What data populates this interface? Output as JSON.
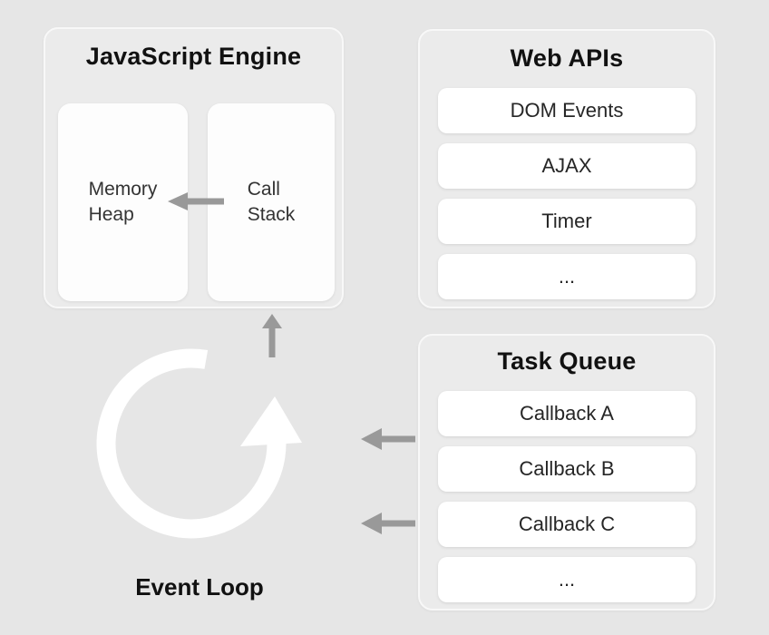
{
  "colors": {
    "background": "#e6e6e6",
    "container": "#ebebeb",
    "card": "#ffffff",
    "arrow": "#999999",
    "loop": "#ffffff",
    "title_text": "#111111",
    "item_text": "#262626"
  },
  "engine": {
    "title": "JavaScript Engine",
    "memory_heap": {
      "lines": [
        "Memory",
        "Heap"
      ]
    },
    "call_stack": {
      "lines": [
        "Call",
        "Stack"
      ]
    }
  },
  "web_apis": {
    "title": "Web APIs",
    "items": [
      "DOM Events",
      "AJAX",
      "Timer",
      "..."
    ]
  },
  "task_queue": {
    "title": "Task Queue",
    "items": [
      "Callback A",
      "Callback B",
      "Callback C",
      "..."
    ]
  },
  "event_loop": {
    "label": "Event Loop"
  }
}
